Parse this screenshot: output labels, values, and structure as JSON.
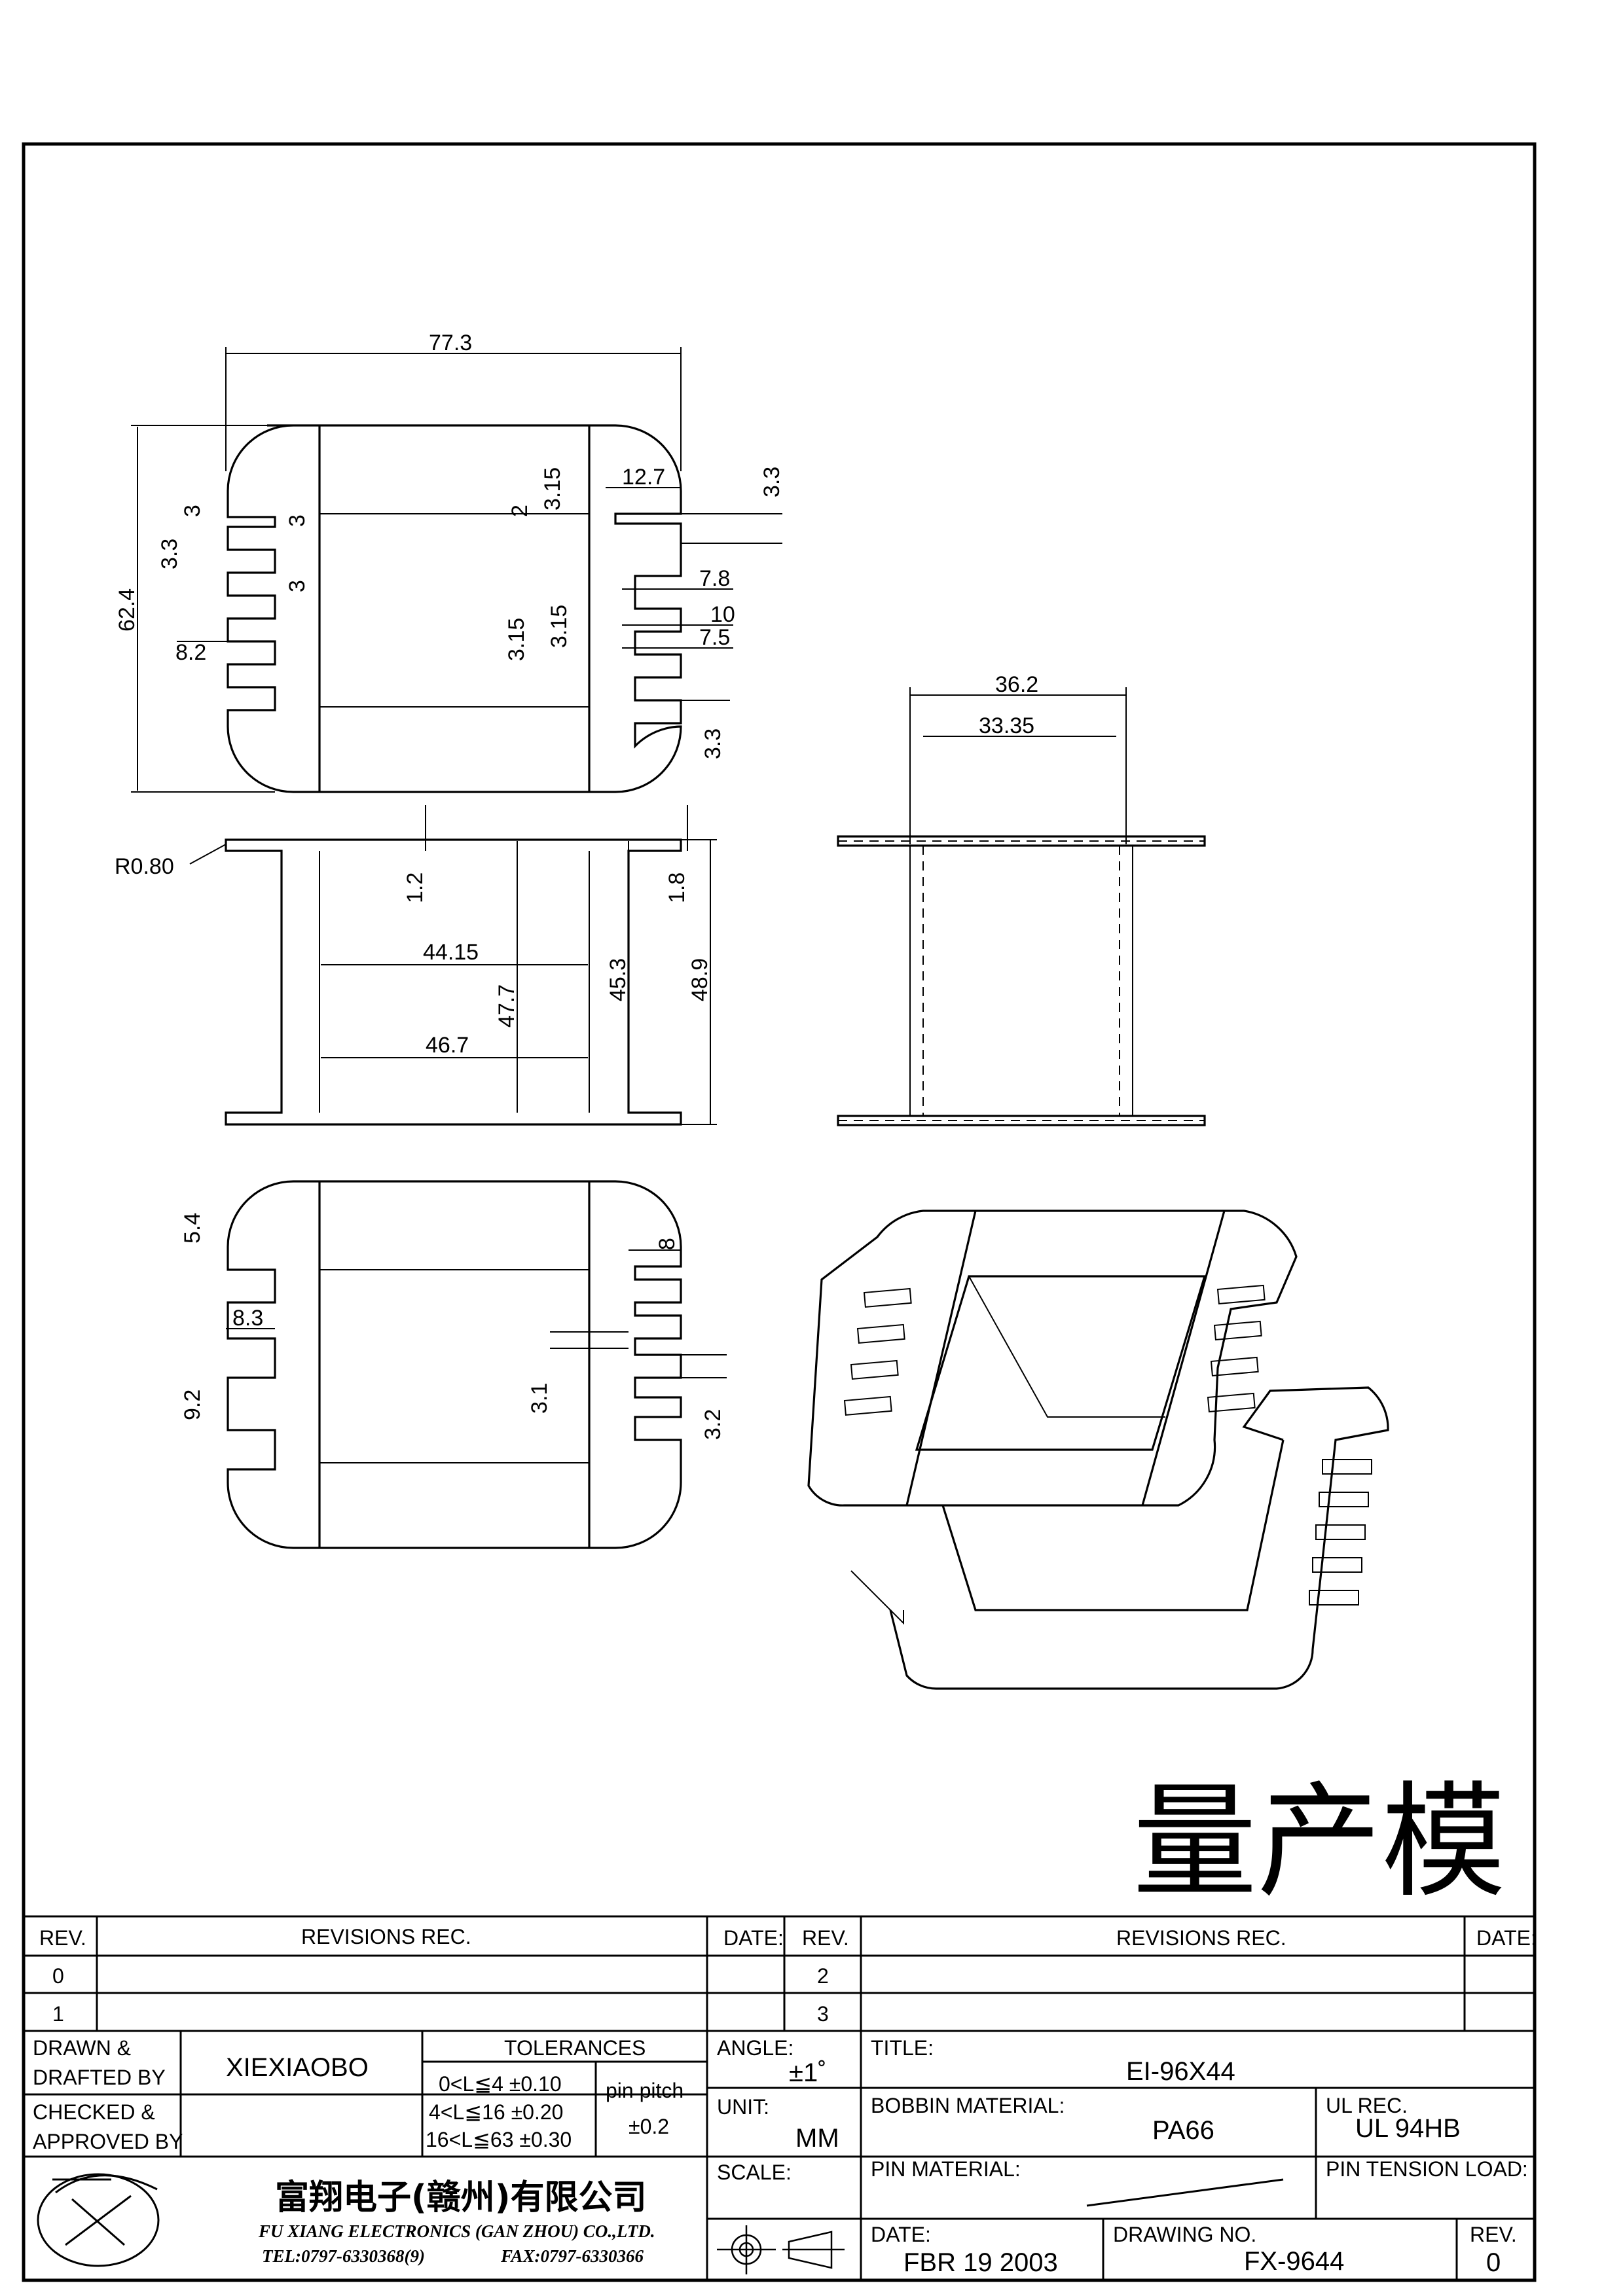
{
  "stamp": "量产模",
  "dimensions": {
    "top": {
      "width_77_3": "77.3",
      "height_62_4": "62.4",
      "d_3": "3",
      "d_3_3_left": "3.3",
      "d_3_a": "3",
      "d_3_b": "3",
      "d_8_2": "8.2",
      "d_2": "2",
      "d_3_15_a": "3.15",
      "d_3_15_b": "3.15",
      "d_3_15_c": "3.15",
      "d_12_7": "12.7",
      "d_3_3_right": "3.3",
      "d_7_8": "7.8",
      "d_10": "10",
      "d_7_5": "7.5",
      "d_3_3_bottom": "3.3"
    },
    "front": {
      "r_0_80": "R0.80",
      "d_1_2": "1.2",
      "d_1_8": "1.8",
      "d_44_15": "44.15",
      "d_47_7": "47.7",
      "d_45_3": "45.3",
      "d_48_9": "48.9",
      "d_46_7": "46.7"
    },
    "side": {
      "d_36_2": "36.2",
      "d_33_35": "33.35"
    },
    "bottom": {
      "d_5_4": "5.4",
      "d_8_3": "8.3",
      "d_9_2": "9.2",
      "d_8": "8",
      "d_3_1": "3.1",
      "d_3_2": "3.2"
    }
  },
  "titleblock": {
    "rev_header": "REV.",
    "revisions_header": "REVISIONS   REC.",
    "date_header": "DATE:",
    "rev_header2": "REV.",
    "revisions_header2": "REVISIONS   REC.",
    "date_header2": "DATE:",
    "rev0": "0",
    "rev1": "1",
    "rev2": "2",
    "rev3": "3",
    "drawn_label_1": "DRAWN &",
    "drawn_label_2": "DRAFTED BY",
    "drawn_value": "XIEXIAOBO",
    "checked_label_1": "CHECKED &",
    "checked_label_2": "APPROVED BY",
    "tolerances_label": "TOLERANCES",
    "tol_1": "0<L≦4   ±0.10",
    "tol_2": "4<L≦16  ±0.20",
    "tol_3": "16<L≦63  ±0.30",
    "pin_pitch_label": "pin pitch",
    "pin_pitch_value": "±0.2",
    "angle_label": "ANGLE:",
    "angle_value": "±1˚",
    "unit_label": "UNIT:",
    "unit_value": "MM",
    "scale_label": "SCALE:",
    "title_label": "TITLE:",
    "title_value": "EI-96X44",
    "bobbin_material_label": "BOBBIN  MATERIAL:",
    "bobbin_material_value": "PA66",
    "ul_label": "UL  REC.",
    "ul_value": "UL  94HB",
    "pin_material_label": "PIN  MATERIAL:",
    "pin_tension_label": "PIN  TENSION  LOAD:",
    "date_label": "DATE:",
    "date_value": "FBR  19  2003",
    "drawing_no_label": "DRAWING  NO.",
    "drawing_no_value": "FX-9644",
    "rev_label": "REV.",
    "rev_value": "0",
    "company_cn": "富翔电子(赣州)有限公司",
    "company_en": "FU XIANG ELECTRONICS (GAN ZHOU) CO.,LTD.",
    "company_tel": "TEL:0797-6330368(9)",
    "company_fax": "FAX:0797-6330366"
  }
}
